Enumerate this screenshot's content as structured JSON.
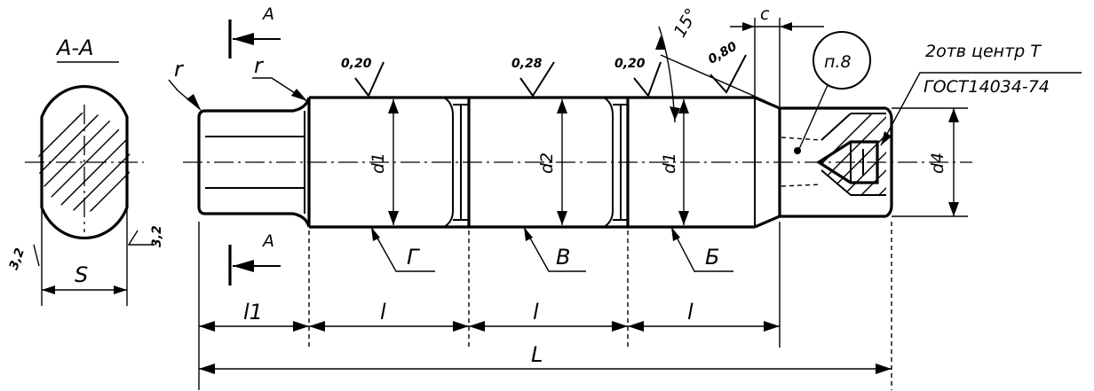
{
  "section": {
    "title": "А-А",
    "width_label": "S",
    "roughness_top": "3,2",
    "roughness_side": "3,2"
  },
  "section_marks": {
    "top": "А",
    "bottom": "А"
  },
  "shaft": {
    "fillet_radius_left": "r",
    "fillet_radius_right": "r",
    "roughness_1": "0,20",
    "roughness_2": "0,28",
    "roughness_3": "0,20",
    "roughness_4": "0,80",
    "chamfer_angle": "15°",
    "chamfer_length": "c",
    "diameter_1": "d1",
    "diameter_2": "d2",
    "diameter_3": "d1",
    "diameter_4": "d4",
    "surface_g": "Г",
    "surface_v": "В",
    "surface_b": "Б",
    "callout": "п.8",
    "note_line1": "2отв центр Т",
    "note_line2": "ГОСТ14034-74"
  },
  "dimensions": {
    "l1": "l1",
    "l_a": "l",
    "l_b": "l",
    "l_c": "l",
    "total": "L"
  }
}
